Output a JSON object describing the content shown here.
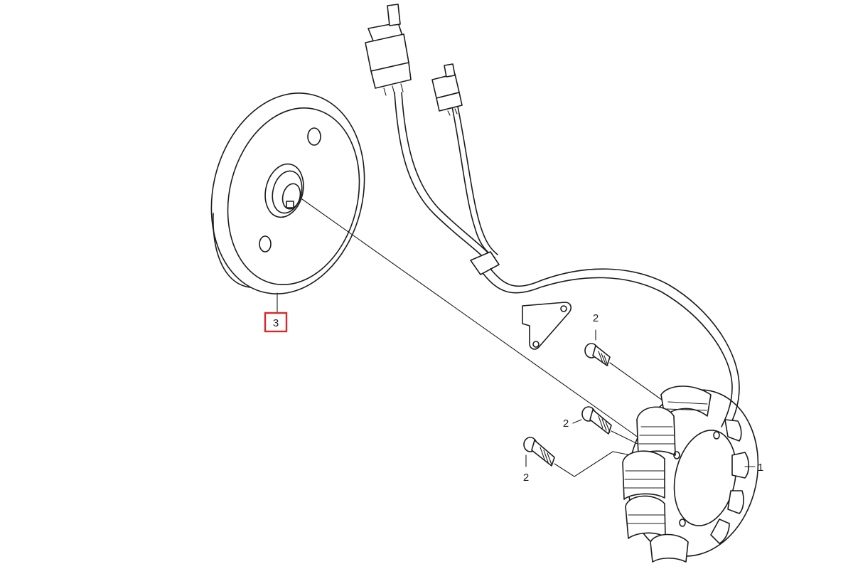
{
  "diagram": {
    "parts": [
      {
        "id": "stator",
        "label": "1"
      },
      {
        "id": "bolt-upper",
        "label": "2"
      },
      {
        "id": "bolt-middle",
        "label": "2"
      },
      {
        "id": "bolt-lower",
        "label": "2"
      },
      {
        "id": "flywheel-rotor",
        "label": "3"
      }
    ],
    "highlight_color": "#d62a2a",
    "highlighted_part": "3"
  }
}
